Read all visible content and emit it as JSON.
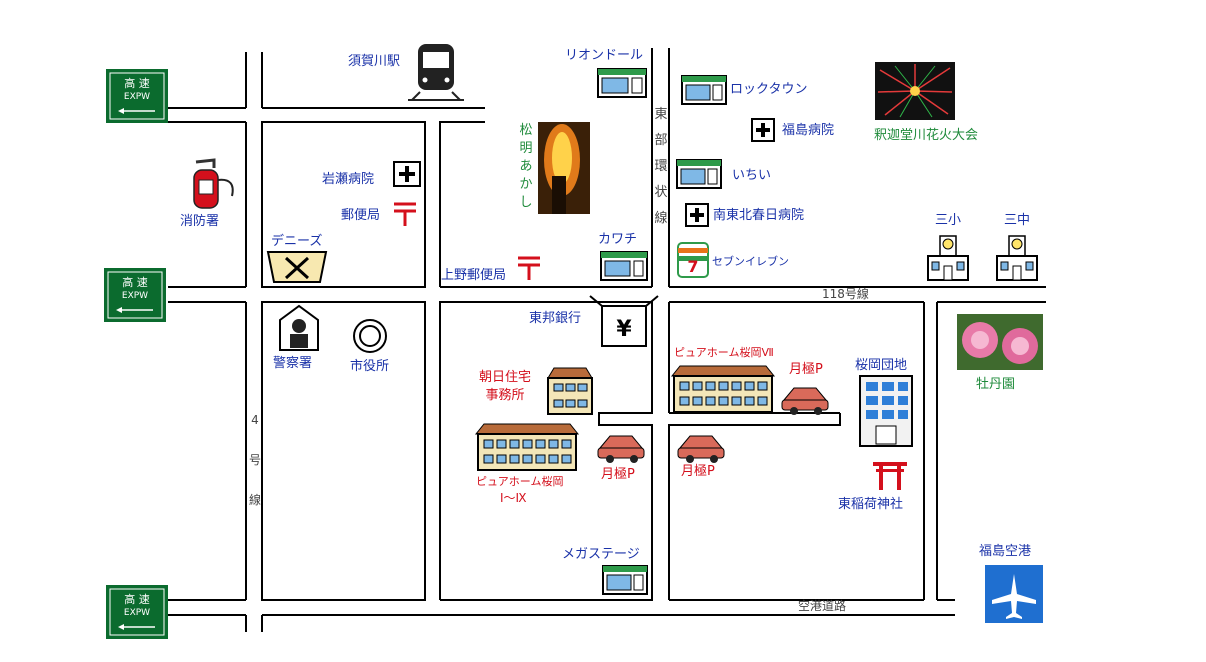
{
  "expressway_sign": {
    "line1": "高 速",
    "line2": "EXPW",
    "color": "#0b6b2e"
  },
  "roads": {
    "ring_line": "東部環状線",
    "route_118": "118号線",
    "route_4": "4号線",
    "airport_road": "空港道路"
  },
  "places": {
    "sukagawa_station": "須賀川駅",
    "fire_station": "消防署",
    "iwase_hospital": "岩瀬病院",
    "post_office": "郵便局",
    "dennys": "デニーズ",
    "ueno_post": "上野郵便局",
    "police": "警察署",
    "city_hall": "市役所",
    "torch": "松明あかし",
    "riondoru": "リオンドール",
    "kawachi": "カワチ",
    "touhou_bank": "東邦銀行",
    "asahi_housing": "朝日住宅\n事務所",
    "pure_home_1": "ピュアホーム桜岡",
    "pure_home_1_sub": "Ⅰ～Ⅸ",
    "monthly_p1": "月極P",
    "monthly_p2": "月極P",
    "monthly_p3": "月極P",
    "pure_home_7": "ピュアホーム桜岡Ⅶ",
    "mega_stage": "メガステージ",
    "rock_town": "ロックタウン",
    "fukushima_hospital": "福島病院",
    "ichii": "いちい",
    "minamitohoku_hospital": "南東北春日病院",
    "seven_eleven": "セブンイレブン",
    "fireworks": "釈迦堂川花火大会",
    "school_3sho": "三小",
    "school_3chu": "三中",
    "botan": "牡丹園",
    "sakuraoka_danchi": "桜岡団地",
    "inari_shrine": "東稲荷神社",
    "airport": "福島空港"
  },
  "colors": {
    "blue": "#1a32a8",
    "green": "#1e8a3a",
    "red": "#d4101c",
    "airport_blue": "#1f6fd0"
  }
}
